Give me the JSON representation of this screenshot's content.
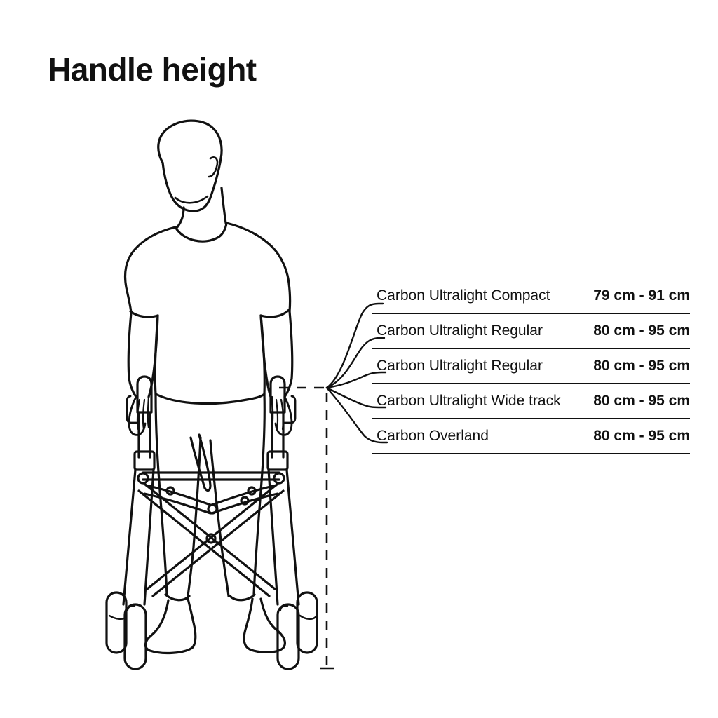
{
  "title": "Handle height",
  "diagram": {
    "subject": "person-with-rollator-walker",
    "measure_point_label": "handle-height-reference-point",
    "line_color": "#111111",
    "background_color": "#ffffff"
  },
  "spec_table": {
    "rows": [
      {
        "label": "Carbon Ultralight Compact",
        "value": "79 cm - 91 cm"
      },
      {
        "label": "Carbon Ultralight Regular",
        "value": "80 cm - 95 cm"
      },
      {
        "label": "Carbon Ultralight Regular",
        "value": "80 cm - 95 cm"
      },
      {
        "label": "Carbon Ultralight Wide track",
        "value": "80 cm - 95 cm"
      },
      {
        "label": "Carbon Overland",
        "value": "80 cm - 95 cm"
      }
    ]
  }
}
